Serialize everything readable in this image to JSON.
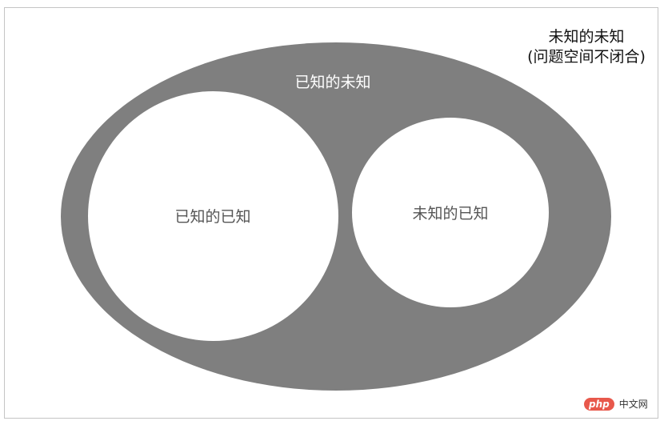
{
  "diagram": {
    "type": "nested-set (Venn-style) knowledge quadrant",
    "colors": {
      "background": "#ffffff",
      "frame_border": "#c4c4c4",
      "outer_region": "#7f7f7f",
      "inner_regions": "#ffffff",
      "inner_text": "#555555",
      "outer_text": "#ffffff",
      "outside_text": "#111111"
    },
    "regions": {
      "unknown_unknowns": {
        "line1": "未知的未知",
        "line2": "(问题空间不闭合)"
      },
      "known_unknowns": {
        "label": "已知的未知"
      },
      "known_knowns": {
        "label": "已知的已知"
      },
      "unknown_knowns": {
        "label": "未知的已知"
      }
    }
  },
  "watermark": {
    "badge": "php",
    "text": "中文网",
    "badge_color": "#e8584b"
  }
}
